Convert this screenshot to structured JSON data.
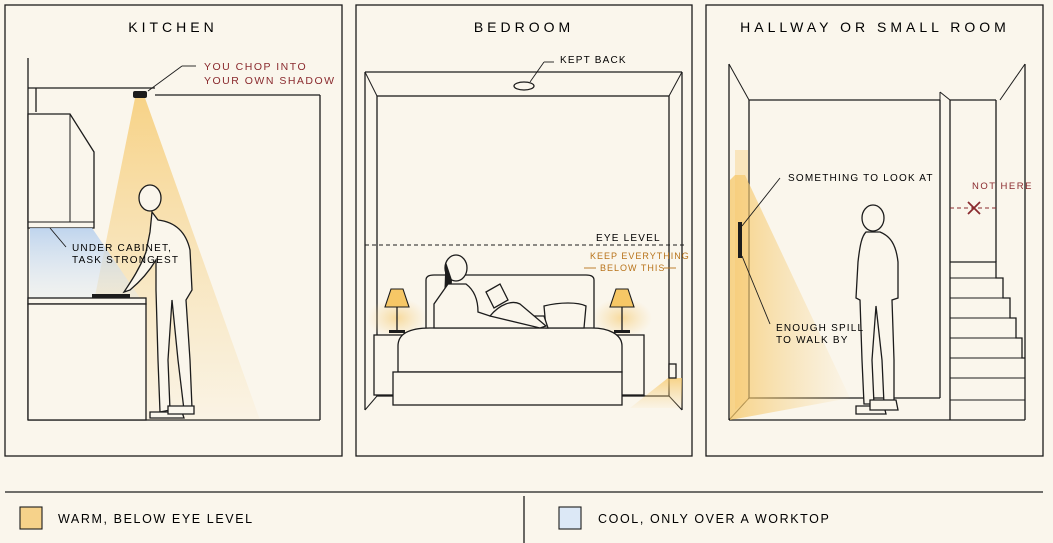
{
  "panels": {
    "kitchen": {
      "title": "KITCHEN",
      "ceiling_note_1": "YOU CHOP INTO",
      "ceiling_note_2": "YOUR OWN SHADOW",
      "cabinet_note_1": "UNDER CABINET,",
      "cabinet_note_2": "TASK STRONGEST"
    },
    "bedroom": {
      "title": "BEDROOM",
      "ceiling_note": "KEPT BACK",
      "eye_level": "EYE LEVEL",
      "keep_note_1": "KEEP EVERYTHING",
      "keep_note_2": "BELOW THIS"
    },
    "hallway": {
      "title": "HALLWAY OR SMALL ROOM",
      "wall_note": "SOMETHING TO LOOK AT",
      "not_here": "NOT HERE",
      "spill_note_1": "ENOUGH SPILL",
      "spill_note_2": "TO WALK BY"
    }
  },
  "legend": {
    "warm": {
      "label": "WARM, BELOW EYE LEVEL",
      "color": "#f6d28a"
    },
    "cool": {
      "label": "COOL, ONLY OVER A WORKTOP",
      "color": "#dce8f6"
    }
  },
  "colors": {
    "background": "#faf6ec",
    "ink": "#1c1c1c",
    "warning_red": "#8a2a2e",
    "guidance_orange": "#b8731a"
  }
}
